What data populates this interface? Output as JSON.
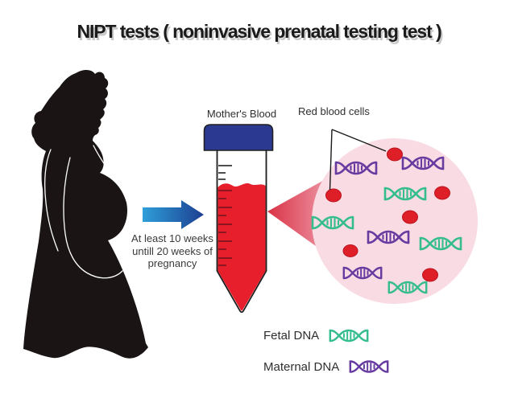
{
  "title": "NIPT tests ( noninvasive prenatal testing test )",
  "tube": {
    "label": "Mother's Blood"
  },
  "magnified": {
    "label": "Red blood cells"
  },
  "timeline": {
    "line1": "At least 10 weeks",
    "line2": "untill 20 weeks of",
    "line3": "pregnancy"
  },
  "legend": {
    "fetal": "Fetal DNA",
    "maternal": "Maternal DNA"
  },
  "colors": {
    "title_text": "#1b1b1b",
    "title_shadow": "#c9c9c9",
    "silhouette": "#1a1415",
    "arrow_start": "#2f9fd9",
    "arrow_end": "#1c3e91",
    "cap_navy": "#2b3990",
    "blood_red": "#e71e2b",
    "beam_start": "#d93246",
    "beam_end": "#f6c3cf",
    "circle_pink": "#f9dce3",
    "cell_red": "#df1f27",
    "cell_stroke": "#bb1320",
    "fetal_green": "#35bd8e",
    "maternal_purple": "#673ba0"
  }
}
